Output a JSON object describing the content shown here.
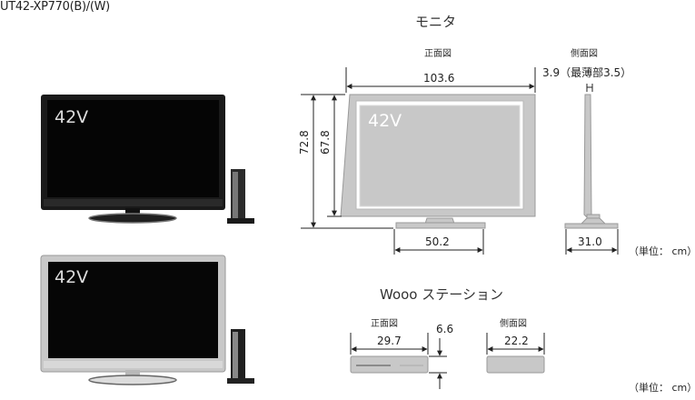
{
  "model_title": "UT42-XP770(B)/(W)",
  "products": {
    "black": {
      "size_label": "42V"
    },
    "white": {
      "size_label": "42V"
    }
  },
  "monitor": {
    "title": "モニタ",
    "front_label": "正面図",
    "side_label": "側面図",
    "screen_label": "42V",
    "width": "103.6",
    "height_total": "72.8",
    "height_panel": "67.8",
    "stand_width": "50.2",
    "depth_top": "3.9（最薄部3.5）",
    "depth_base": "31.0",
    "unit": "（単位： cm）"
  },
  "station": {
    "title": "Wooo ステーション",
    "front_label": "正面図",
    "side_label": "側面図",
    "width": "29.7",
    "height": "6.6",
    "depth": "22.2",
    "unit": "（単位： cm）"
  },
  "colors": {
    "tv_black": "#1a1a1a",
    "tv_white": "#c8c8c8",
    "diagram_gray": "#c8c8c8"
  }
}
